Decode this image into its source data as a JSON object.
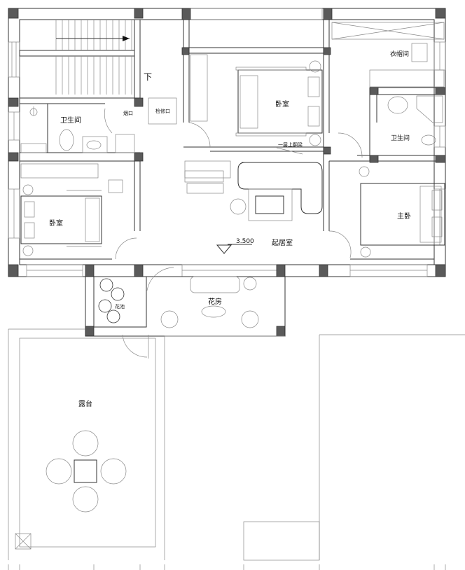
{
  "plan": {
    "stair_label": "下",
    "rooms": {
      "bath_left": "卫生间",
      "flue": "烟口",
      "access_hatch": "检修口",
      "bedroom_left": "卧室",
      "bedroom_middle": "卧室",
      "beam_note": "一层上翻梁",
      "closet": "衣帽间",
      "bath_right": "卫生间",
      "master_bedroom": "主卧",
      "living_room": "起居室",
      "flower_bed": "花池",
      "sunroom": "花房",
      "terrace": "露台"
    },
    "elevation": "3.500"
  }
}
